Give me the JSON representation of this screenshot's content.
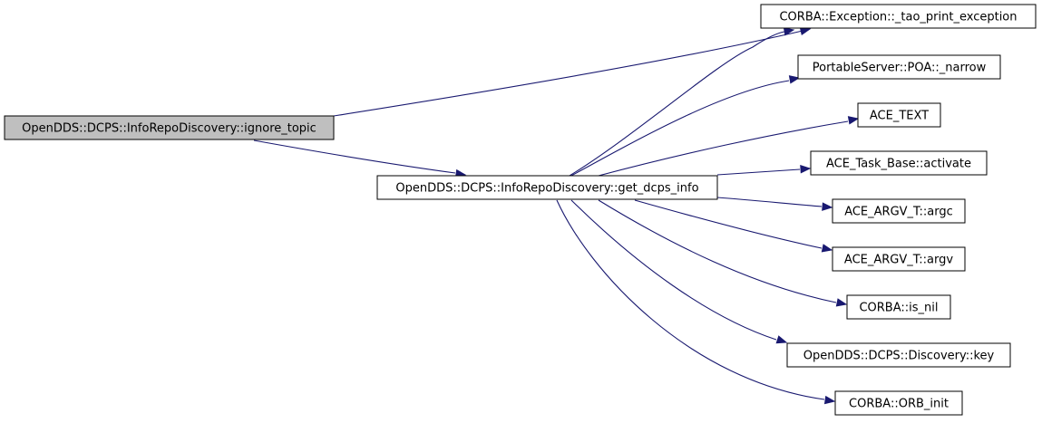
{
  "colors": {
    "edge": "#191970",
    "node_fill": "#ffffff",
    "highlight_fill": "#bfbfbf",
    "border": "#000000"
  },
  "nodes": [
    {
      "id": "ignore_topic",
      "label": "OpenDDS::DCPS::InfoRepoDiscovery::ignore_topic",
      "highlighted": true
    },
    {
      "id": "get_dcps_info",
      "label": "OpenDDS::DCPS::InfoRepoDiscovery::get_dcps_info",
      "highlighted": false
    },
    {
      "id": "tao_print_exception",
      "label": "CORBA::Exception::_tao_print_exception",
      "highlighted": false
    },
    {
      "id": "poa_narrow",
      "label": "PortableServer::POA::_narrow",
      "highlighted": false
    },
    {
      "id": "ace_text",
      "label": "ACE_TEXT",
      "highlighted": false
    },
    {
      "id": "activate",
      "label": "ACE_Task_Base::activate",
      "highlighted": false
    },
    {
      "id": "argc",
      "label": "ACE_ARGV_T::argc",
      "highlighted": false
    },
    {
      "id": "argv",
      "label": "ACE_ARGV_T::argv",
      "highlighted": false
    },
    {
      "id": "is_nil",
      "label": "CORBA::is_nil",
      "highlighted": false
    },
    {
      "id": "discovery_key",
      "label": "OpenDDS::DCPS::Discovery::key",
      "highlighted": false
    },
    {
      "id": "orb_init",
      "label": "CORBA::ORB_init",
      "highlighted": false
    }
  ],
  "edges": [
    {
      "from": "ignore_topic",
      "to": "tao_print_exception"
    },
    {
      "from": "ignore_topic",
      "to": "get_dcps_info"
    },
    {
      "from": "get_dcps_info",
      "to": "tao_print_exception"
    },
    {
      "from": "get_dcps_info",
      "to": "poa_narrow"
    },
    {
      "from": "get_dcps_info",
      "to": "ace_text"
    },
    {
      "from": "get_dcps_info",
      "to": "activate"
    },
    {
      "from": "get_dcps_info",
      "to": "argc"
    },
    {
      "from": "get_dcps_info",
      "to": "argv"
    },
    {
      "from": "get_dcps_info",
      "to": "is_nil"
    },
    {
      "from": "get_dcps_info",
      "to": "discovery_key"
    },
    {
      "from": "get_dcps_info",
      "to": "orb_init"
    }
  ]
}
